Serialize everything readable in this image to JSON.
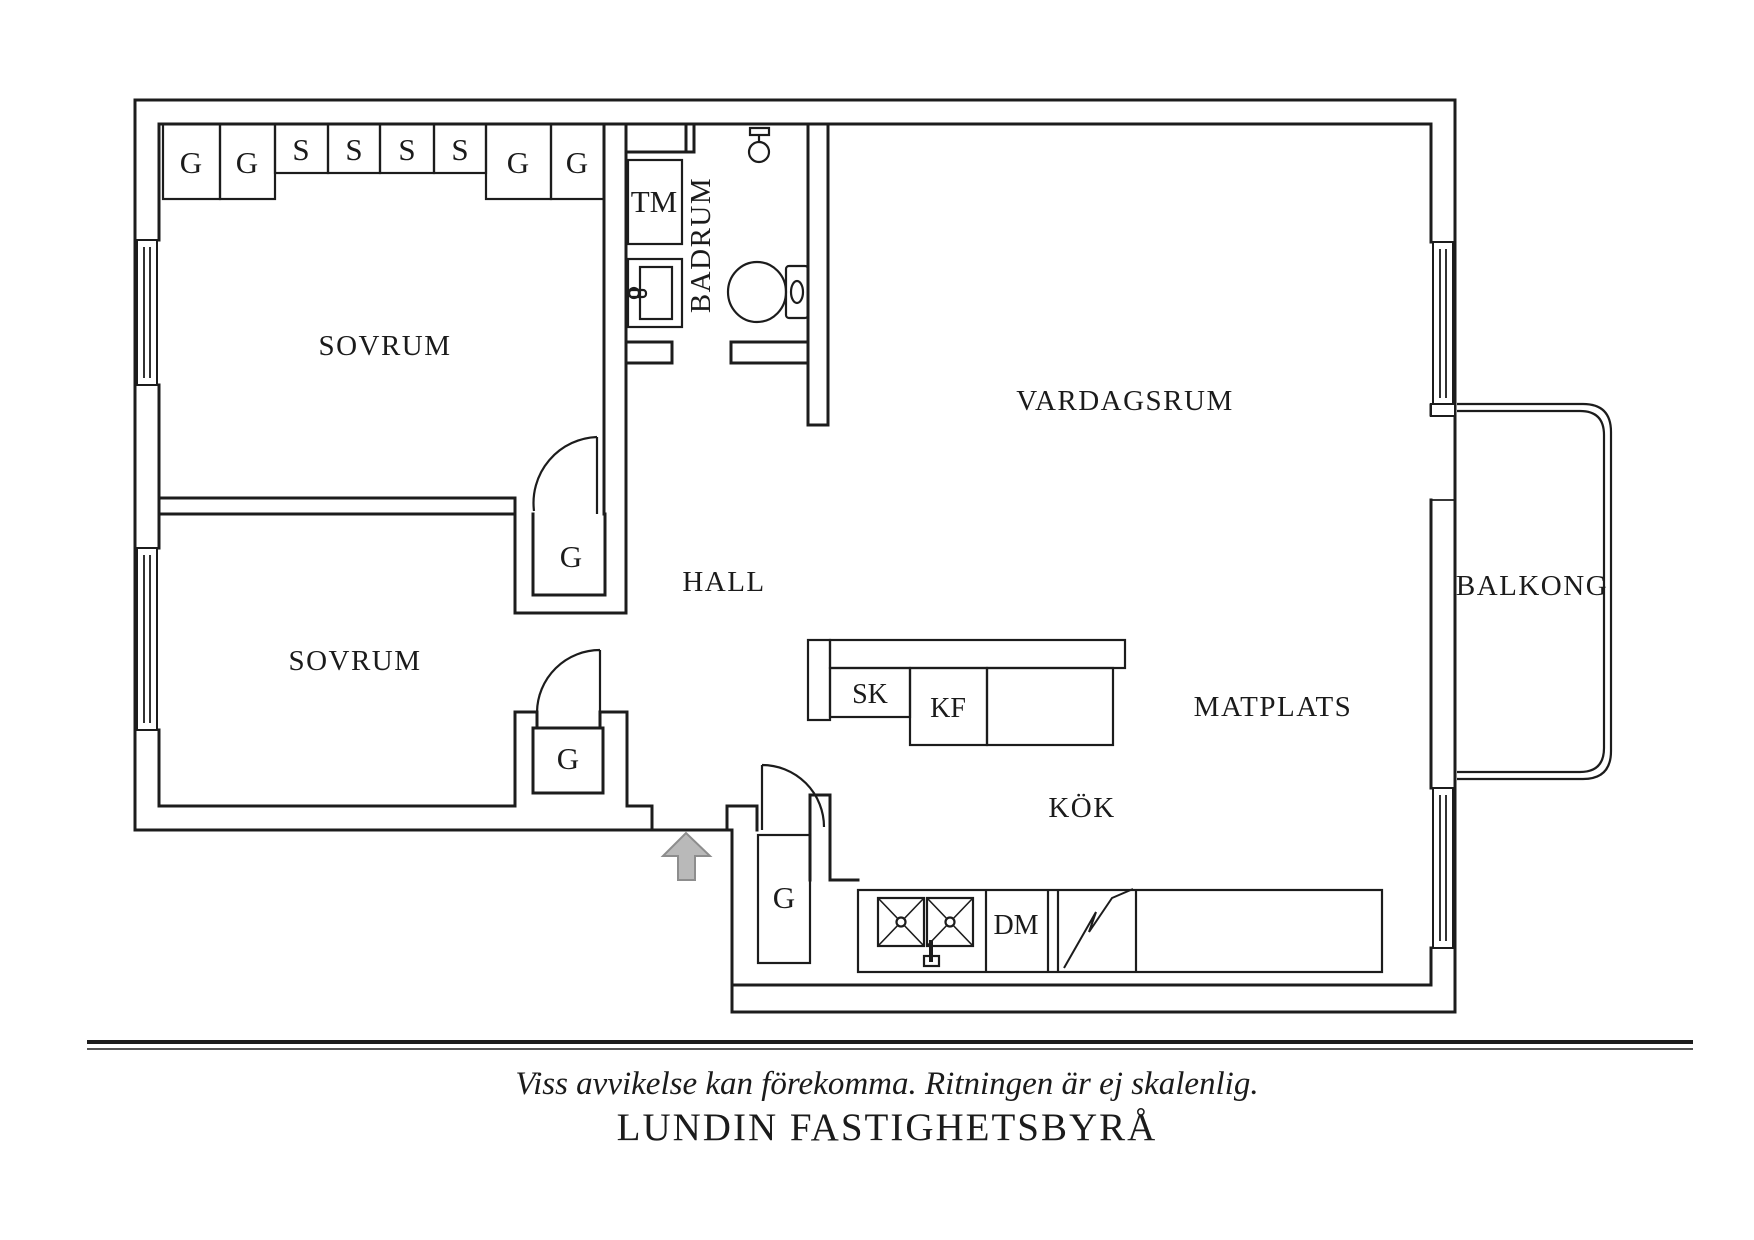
{
  "floorplan": {
    "rooms": {
      "sovrum_upper": "SOVRUM",
      "sovrum_lower": "SOVRUM",
      "badrum": "BADRUM",
      "hall": "HALL",
      "vardagsrum": "VARDAGSRUM",
      "matplats": "MATPLATS",
      "kok": "KÖK",
      "balkong": "BALKONG"
    },
    "fixtures": {
      "tm": "TM",
      "sk": "SK",
      "kf": "KF",
      "dm": "DM",
      "wardrobe_g": "G",
      "wardrobe_s": "S"
    },
    "colors": {
      "line": "#1c1c1c",
      "background": "#ffffff",
      "arrow_fill": "#b9b9b9",
      "arrow_stroke": "#8d8d8d"
    }
  },
  "footer": {
    "disclaimer": "Viss avvikelse kan förekomma. Ritningen är ej skalenlig.",
    "brand": "LUNDIN FASTIGHETSBYRÅ"
  }
}
